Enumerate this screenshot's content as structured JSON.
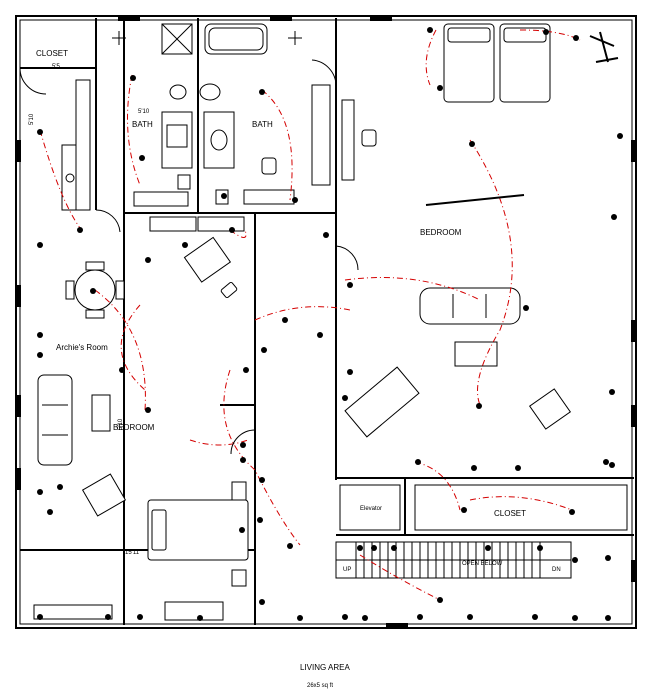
{
  "rooms": {
    "closet_small": "CLOSET",
    "bath_left": "BATH",
    "bath_right": "BATH",
    "bedroom_main": "BEDROOM",
    "archies_room": "Archie's Room",
    "bedroom_lower": "BEDROOM",
    "closet_large": "CLOSET",
    "elevator": "Elevator",
    "open_below": "OPEN BELOW",
    "stair_up": "UP",
    "stair_dn": "DN"
  },
  "dimensions": {
    "d1": "5'5",
    "d2": "5'10",
    "d3": "5'10",
    "d4": "5'10",
    "d5": "15'11"
  },
  "caption": {
    "title": "LIVING AREA",
    "area": "26x5 sq ft"
  }
}
